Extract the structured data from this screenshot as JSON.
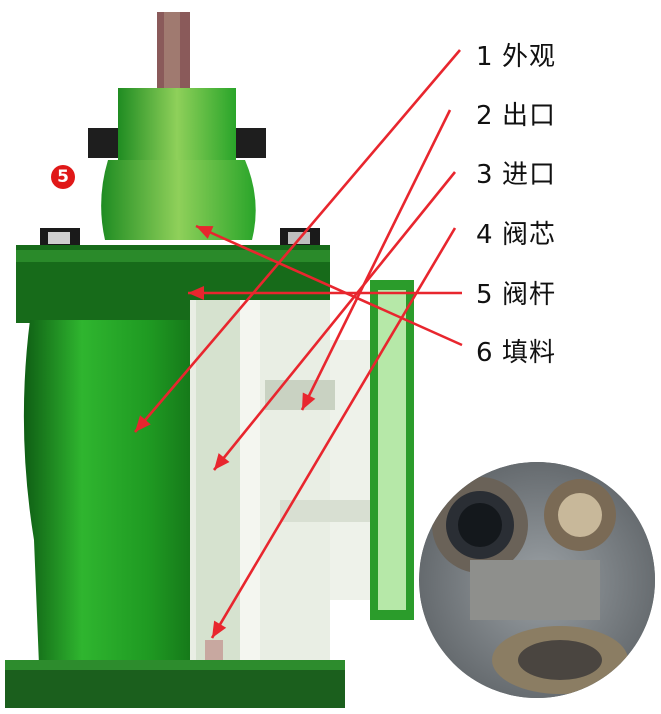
{
  "badge": "5",
  "labels": [
    {
      "num": "1",
      "text": "外观"
    },
    {
      "num": "2",
      "text": "出口"
    },
    {
      "num": "3",
      "text": "进口"
    },
    {
      "num": "4",
      "text": "阀芯"
    },
    {
      "num": "5",
      "text": "阀杆"
    },
    {
      "num": "6",
      "text": "填料"
    }
  ],
  "colors": {
    "valve_green": "#2fb52f",
    "arrow_red": "#e8262e",
    "badge_red": "#e01818",
    "background": "#ffffff"
  },
  "icons": [
    "valve-cross-section-illustration",
    "valve-body-photo"
  ]
}
